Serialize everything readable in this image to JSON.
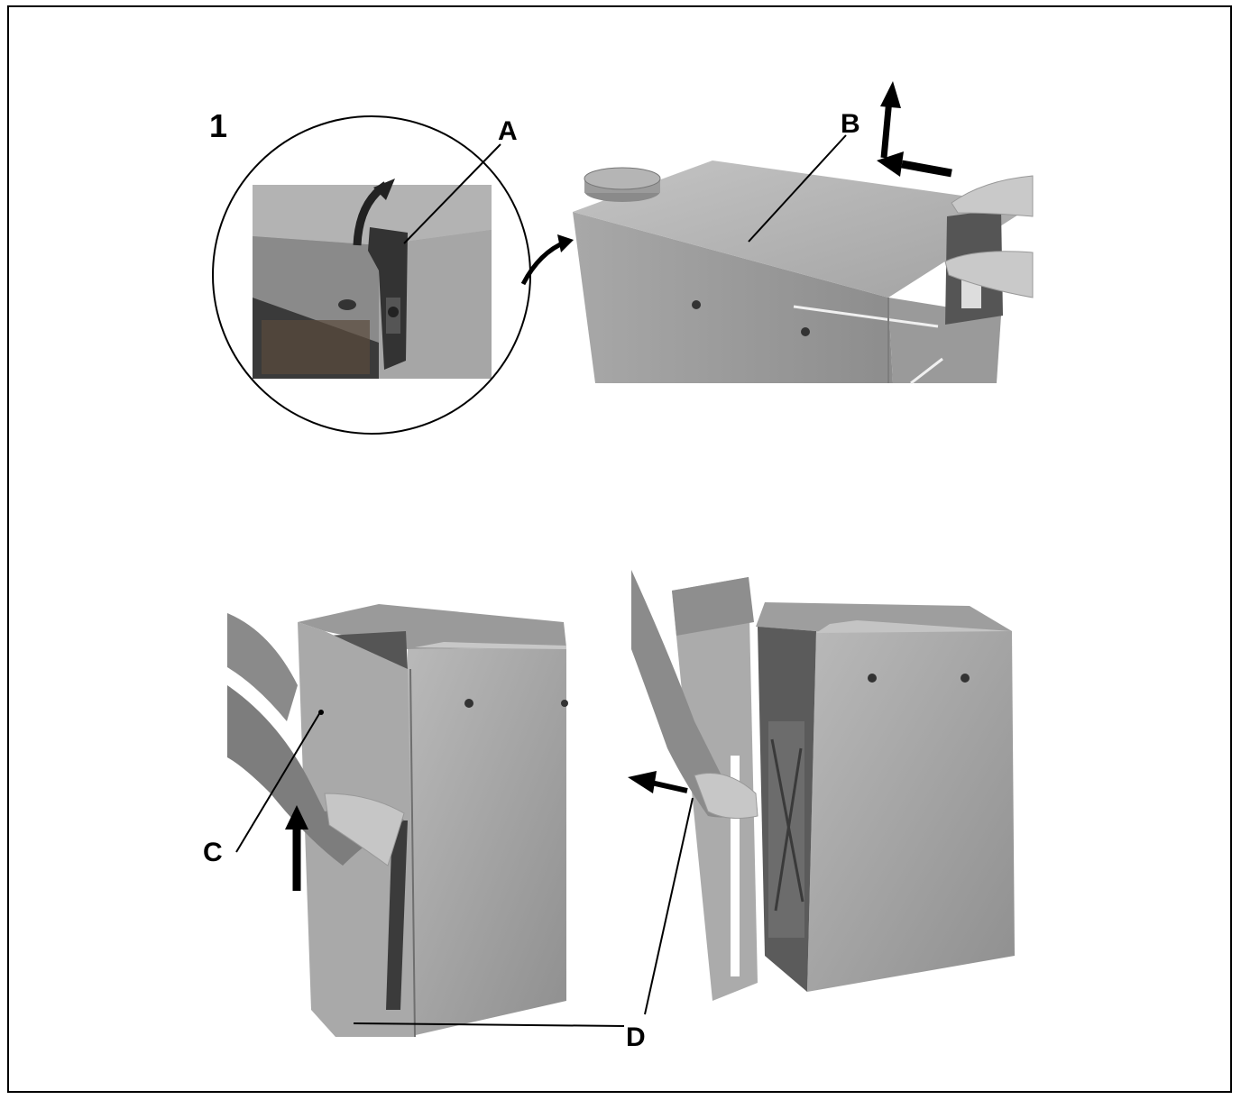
{
  "figure": {
    "step_number": "1",
    "callouts": {
      "a": "A",
      "b": "B",
      "c": "C",
      "d": "D"
    }
  }
}
